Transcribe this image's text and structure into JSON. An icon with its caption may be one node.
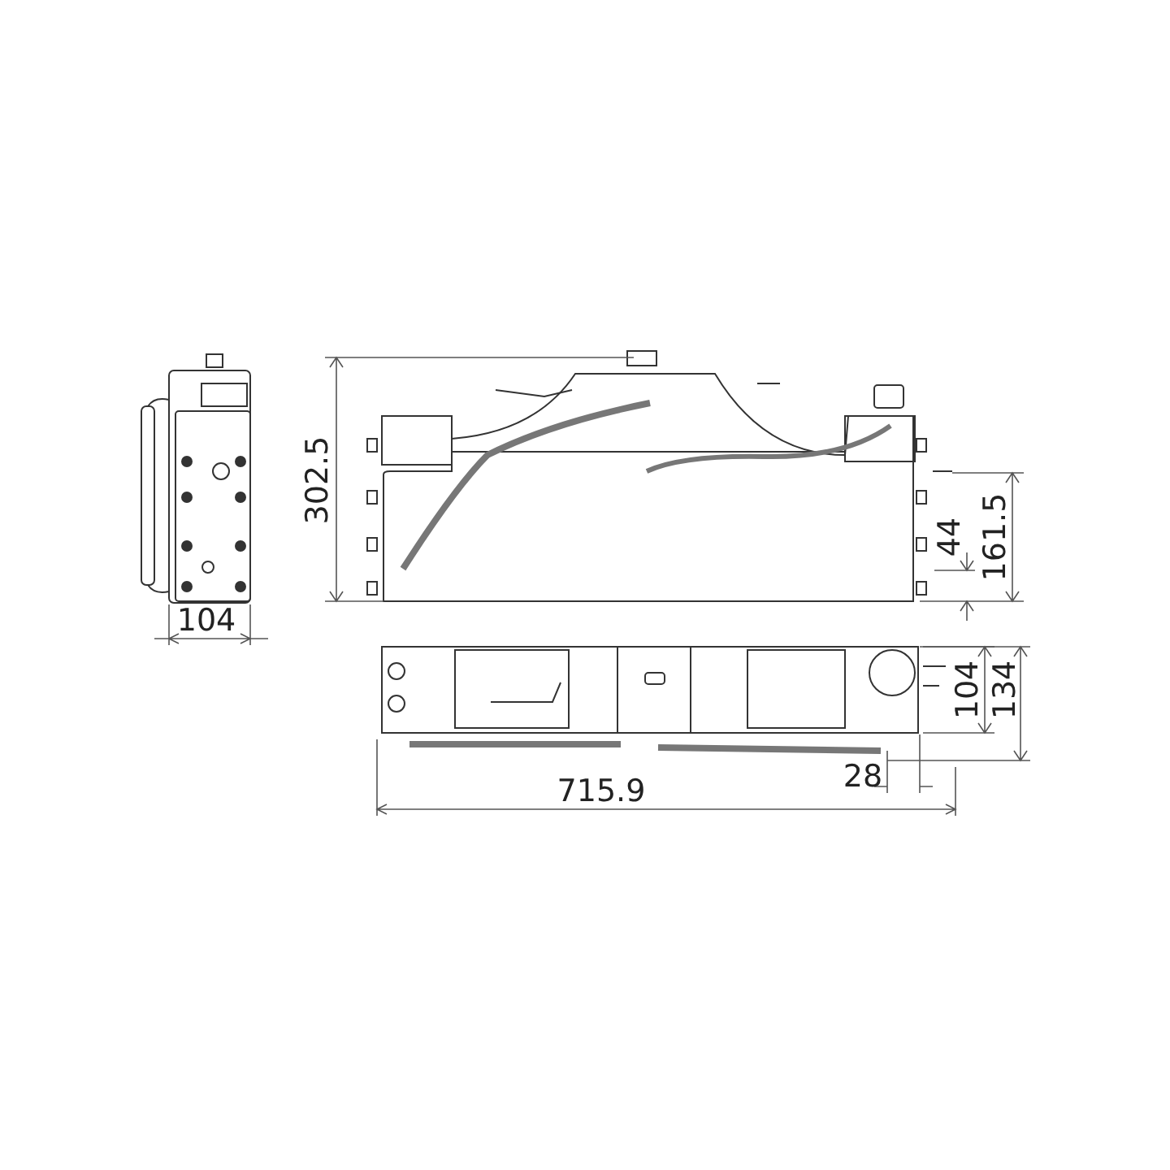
{
  "diagram": {
    "labels": [
      "302.5",
      "161.5",
      "44",
      "104",
      "104",
      "134",
      "28",
      "715.9"
    ]
  }
}
